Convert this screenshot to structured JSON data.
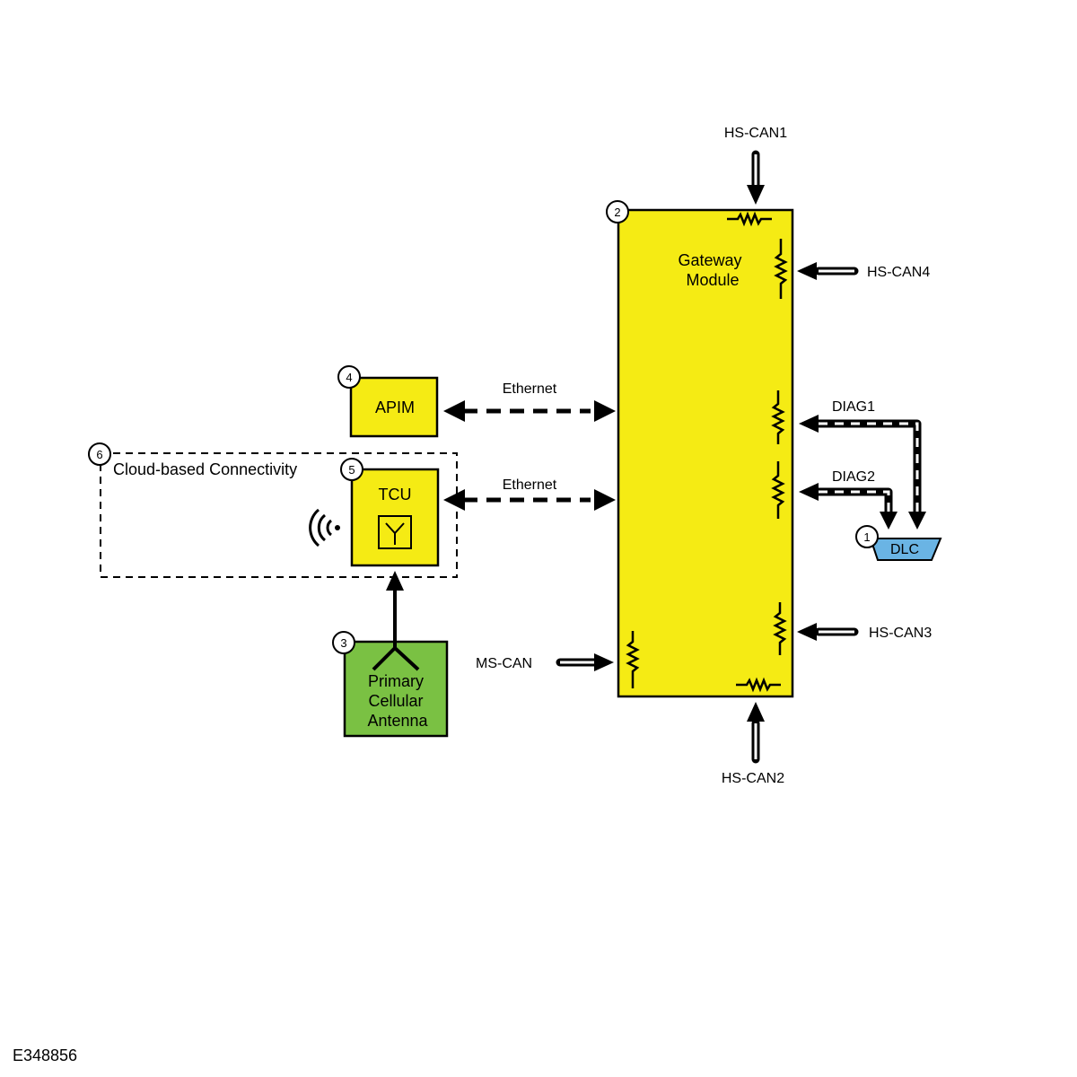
{
  "modules": {
    "gateway": {
      "line1": "Gateway",
      "line2": "Module",
      "callout": "2",
      "color": "#f5eb14"
    },
    "apim": {
      "label": "APIM",
      "callout": "4",
      "color": "#f5eb14"
    },
    "tcu": {
      "label": "TCU",
      "callout": "5",
      "color": "#f5eb14"
    },
    "antenna": {
      "line1": "Primary",
      "line2": "Cellular",
      "line3": "Antenna",
      "callout": "3",
      "color": "#7ac143"
    },
    "dlc": {
      "label": "DLC",
      "callout": "1",
      "color": "#6ab4e4"
    },
    "cloud": {
      "label": "Cloud-based Connectivity",
      "callout": "6"
    }
  },
  "links": {
    "eth1": "Ethernet",
    "eth2": "Ethernet",
    "hscan1": "HS-CAN1",
    "hscan2": "HS-CAN2",
    "hscan3": "HS-CAN3",
    "hscan4": "HS-CAN4",
    "mscan": "MS-CAN",
    "diag1": "DIAG1",
    "diag2": "DIAG2"
  },
  "figure_id": "E348856"
}
